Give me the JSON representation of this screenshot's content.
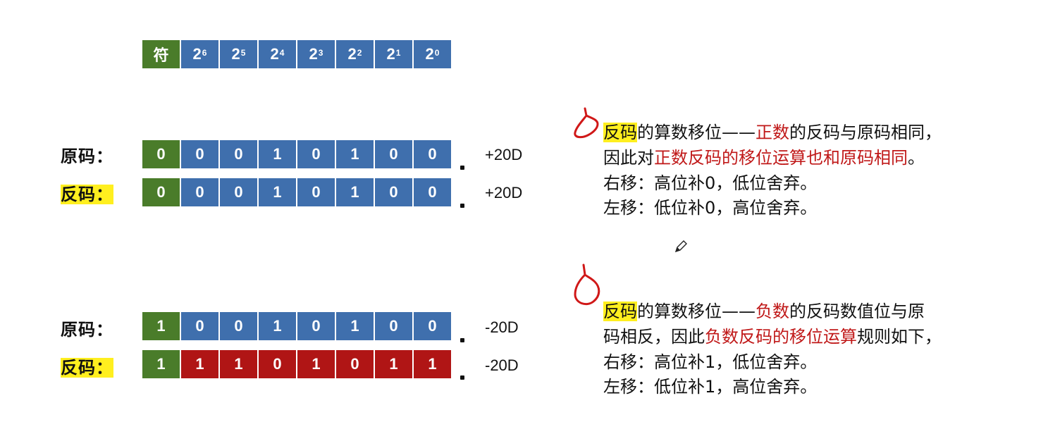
{
  "header": {
    "sign": "符",
    "base": "2",
    "exponents": [
      "6",
      "5",
      "4",
      "3",
      "2",
      "1",
      "0"
    ]
  },
  "positive": {
    "orig_label": "原码：",
    "inv_label": "反码：",
    "orig_bits": [
      "0",
      "0",
      "0",
      "1",
      "0",
      "1",
      "0",
      "0"
    ],
    "inv_bits": [
      "0",
      "0",
      "0",
      "1",
      "0",
      "1",
      "0",
      "0"
    ],
    "orig_value": "+20D",
    "inv_value": "+20D"
  },
  "negative": {
    "orig_label": "原码：",
    "inv_label": "反码：",
    "orig_bits": [
      "1",
      "0",
      "0",
      "1",
      "0",
      "1",
      "0",
      "0"
    ],
    "inv_bits": [
      "1",
      "1",
      "1",
      "0",
      "1",
      "0",
      "1",
      "1"
    ],
    "orig_value": "-20D",
    "inv_value": "-20D"
  },
  "note1": {
    "l1a": "反码",
    "l1b": "的算数移位——",
    "l1c": "正数",
    "l1d": "的反码与原码相同，",
    "l2a": "因此对",
    "l2b": "正数反码的移位运算也和原码相同",
    "l2c": "。",
    "l3": "右移：高位补0，低位舍弃。",
    "l4": "左移：低位补0，高位舍弃。"
  },
  "note2": {
    "l1a": "反码",
    "l1b": "的算数移位——",
    "l1c": "负数",
    "l1d": "的反码数值位与原",
    "l2a": "码相反，因此",
    "l2b": "负数反码的移位运算",
    "l2c": "规则如下，",
    "l3": "右移：高位补1，低位舍弃。",
    "l4": "左移：低位补1，高位舍弃。"
  },
  "colors": {
    "sign": "#4a7c2a",
    "bit": "#3f6fad",
    "flipped": "#b01515",
    "highlight": "#ffef1f",
    "emphasis": "#c01818"
  },
  "icons": [
    "pencil-cursor-icon",
    "hand-drawn-delta-mark"
  ]
}
